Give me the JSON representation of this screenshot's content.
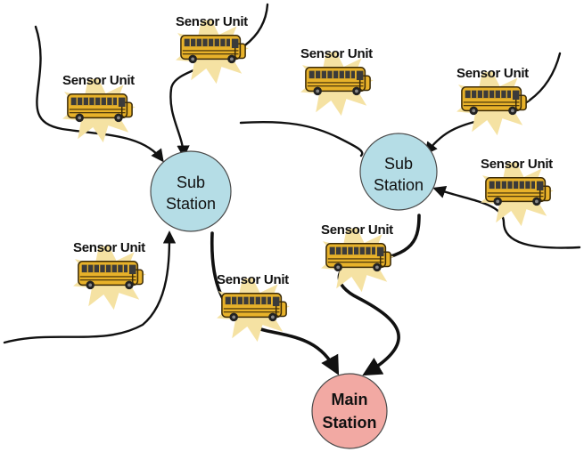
{
  "diagram": {
    "sensor_label": "Sensor Unit",
    "sensor_count": 8,
    "sub_station": {
      "line1": "Sub",
      "line2": "Station",
      "fill": "#b5dde6"
    },
    "main_station": {
      "line1": "Main",
      "line2": "Station",
      "fill": "#f2a9a3"
    },
    "bus_color": "#e8b22a",
    "burst_color": "#f5e2a3",
    "edge_color": "#111111"
  }
}
